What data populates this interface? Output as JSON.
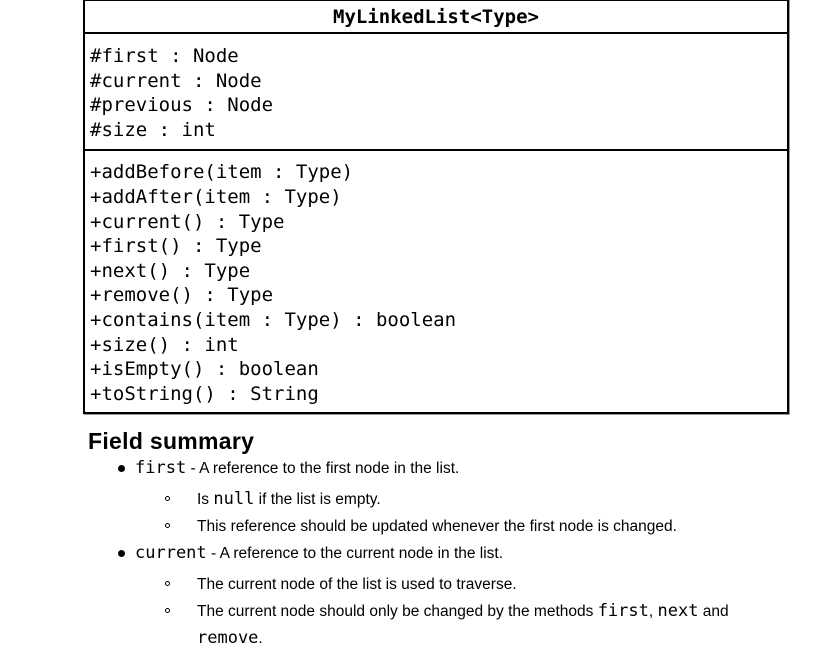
{
  "colors": {
    "text": "#000000",
    "border": "#000000",
    "background": "#ffffff"
  },
  "uml": {
    "title": "MyLinkedList<Type>",
    "fields": [
      "#first : Node",
      "#current : Node",
      "#previous : Node",
      "#size : int"
    ],
    "methods": [
      "+addBefore(item : Type)",
      "+addAfter(item : Type)",
      "+current() : Type",
      "+first() : Type",
      "+next() : Type",
      "+remove() : Type",
      "+contains(item : Type) : boolean",
      "+size() : int",
      "+isEmpty() : boolean",
      "+toString() : String"
    ]
  },
  "summary": {
    "heading": "Field summary",
    "items": [
      {
        "level": 1,
        "runs": [
          {
            "code": "first"
          },
          {
            "text": " - A reference to the first node in the list."
          }
        ]
      },
      {
        "level": 2,
        "runs": [
          {
            "text": "Is "
          },
          {
            "code": "null"
          },
          {
            "text": " if the list is empty."
          }
        ]
      },
      {
        "level": 2,
        "runs": [
          {
            "text": "This reference should be updated whenever the first node is changed."
          }
        ]
      },
      {
        "level": 1,
        "runs": [
          {
            "code": "current"
          },
          {
            "text": " - A reference to the current node in the list."
          }
        ]
      },
      {
        "level": 2,
        "runs": [
          {
            "text": "The current node of the list is used to traverse."
          }
        ]
      },
      {
        "level": 2,
        "runs": [
          {
            "text": "The current node should only be changed by the methods "
          },
          {
            "code": "first"
          },
          {
            "text": ", "
          },
          {
            "code": "next"
          },
          {
            "text": " and "
          },
          {
            "code": "remove"
          },
          {
            "text": "."
          }
        ]
      }
    ]
  }
}
